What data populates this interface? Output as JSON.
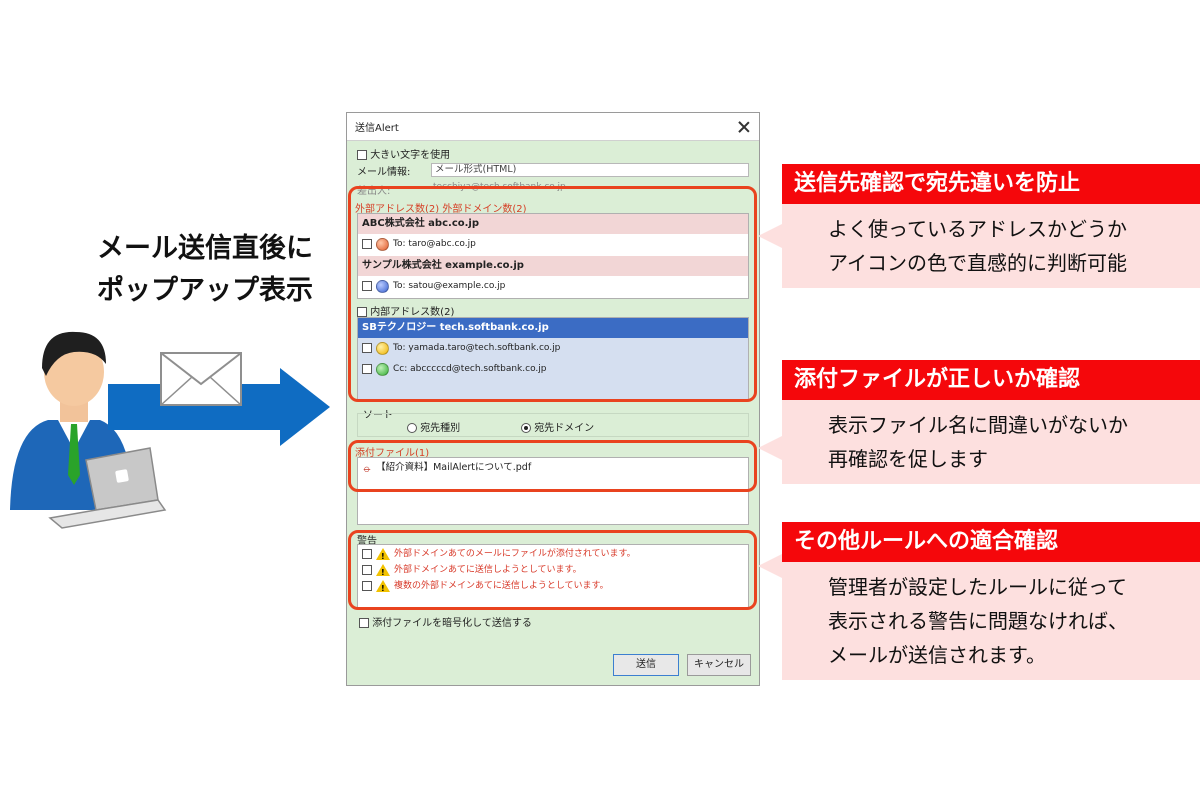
{
  "left_caption": {
    "line1": "メール送信直後に",
    "line2": "ポップアップ表示"
  },
  "dialog": {
    "title": "送信Alert",
    "large_text_checkbox": "大きい文字を使用",
    "mail_info_label": "メール情報:",
    "mail_info_value": "メール形式(HTML)",
    "sender_label": "差出人:",
    "sender_value": "tecchiya@tech.softbank.co.jp",
    "external_header": "外部アドレス数(2) 外部ドメイン数(2)",
    "external_groups": [
      {
        "domain": "ABC株式会社 abc.co.jp",
        "recipient": "To: taro@abc.co.jp",
        "color": "#e05a2a"
      },
      {
        "domain": "サンプル株式会社 example.co.jp",
        "recipient": "To: satou@example.co.jp",
        "color": "#3a62d0"
      }
    ],
    "internal_header": "内部アドレス数(2)",
    "internal_group": {
      "domain": "SBテクノロジー tech.softbank.co.jp",
      "recipients": [
        {
          "text": "To: yamada.taro@tech.softbank.co.jp",
          "color": "#f0b400"
        },
        {
          "text": "Cc: abcccccd@tech.softbank.co.jp",
          "color": "#35b035"
        }
      ]
    },
    "sort_label": "ソート",
    "sort_options": [
      "宛先種別",
      "宛先ドメイン"
    ],
    "attachment_header": "添付ファイル(1)",
    "attachment_file": "【紹介資料】MailAlertについて.pdf",
    "warning_header": "警告",
    "warnings": [
      "外部ドメインあてのメールにファイルが添付されています。",
      "外部ドメインあてに送信しようとしています。",
      "複数の外部ドメインあてに送信しようとしています。"
    ],
    "encrypt_checkbox": "添付ファイルを暗号化して送信する",
    "send_button": "送信",
    "cancel_button": "キャンセル"
  },
  "callouts": [
    {
      "title": "送信先確認で宛先違いを防止",
      "lines": [
        "よく使っているアドレスかどうか",
        "アイコンの色で直感的に判断可能"
      ]
    },
    {
      "title": "添付ファイルが正しいか確認",
      "lines": [
        "表示ファイル名に間違いがないか",
        "再確認を促します"
      ]
    },
    {
      "title": "その他ルールへの適合確認",
      "lines": [
        "管理者が設定したルールに従って",
        "表示される警告に問題なければ、",
        "メールが送信されます。"
      ]
    }
  ],
  "colors": {
    "accent_red": "#f5070b",
    "highlight_border": "#e9431f",
    "callout_bg": "#fde0df",
    "arrow_blue": "#0f6cc2",
    "dialog_bg": "#dbeed6",
    "selected_group": "#3b6cc4"
  }
}
